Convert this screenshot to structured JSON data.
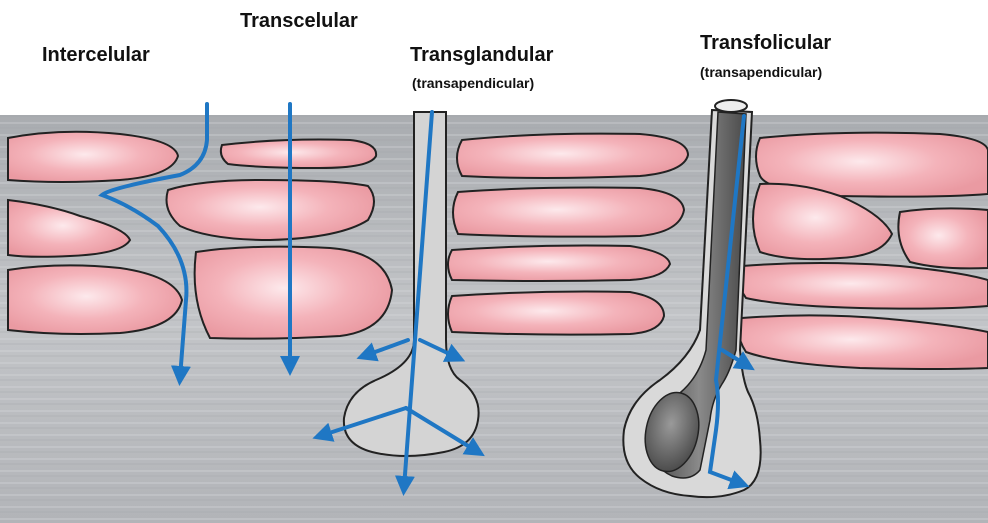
{
  "labels": {
    "intercellular": "Intercelular",
    "transcellular": "Transcelular",
    "transglandular": "Transglandular",
    "transglandular_sub": "(transapendicular)",
    "transfollicular": "Transfolicular",
    "transfollicular_sub": "(transapendicular)"
  },
  "colors": {
    "arrow": "#1f77c4",
    "cell_fill": "#f2a9b0",
    "cell_highlight": "#fde9ec",
    "tissue": "#b7b9bd",
    "gland": "#d6d6d6",
    "hair": "#6d6d6d"
  }
}
